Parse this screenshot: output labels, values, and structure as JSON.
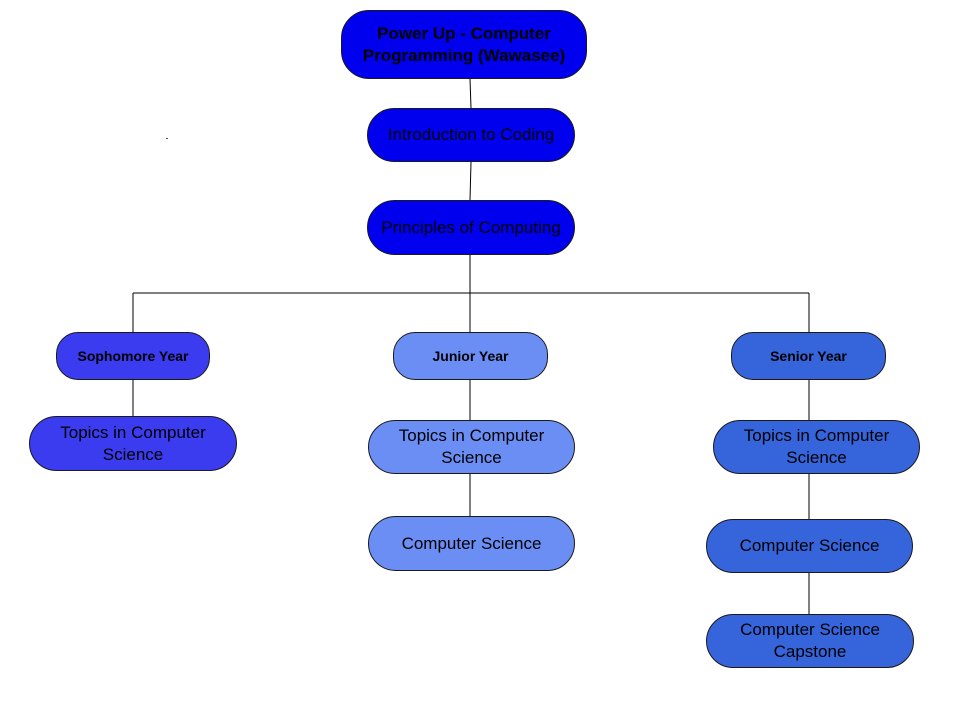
{
  "diagram": {
    "colors": {
      "root": "#0000ee",
      "sophomore": "#3b3bf0",
      "junior": "#6b8ef5",
      "senior": "#3564db",
      "line": "#000000"
    },
    "root": {
      "label": "Power Up - Computer Programming (Wawasee)"
    },
    "trunk": [
      {
        "label": "Introduction to Coding"
      },
      {
        "label": "Principles of Computing"
      }
    ],
    "branches": [
      {
        "label": "Sophomore Year",
        "courses": [
          "Topics in Computer Science"
        ]
      },
      {
        "label": "Junior Year",
        "courses": [
          "Topics in Computer Science",
          "Computer Science"
        ]
      },
      {
        "label": "Senior Year",
        "courses": [
          "Topics in Computer Science",
          "Computer Science",
          "Computer Science Capstone"
        ]
      }
    ]
  }
}
